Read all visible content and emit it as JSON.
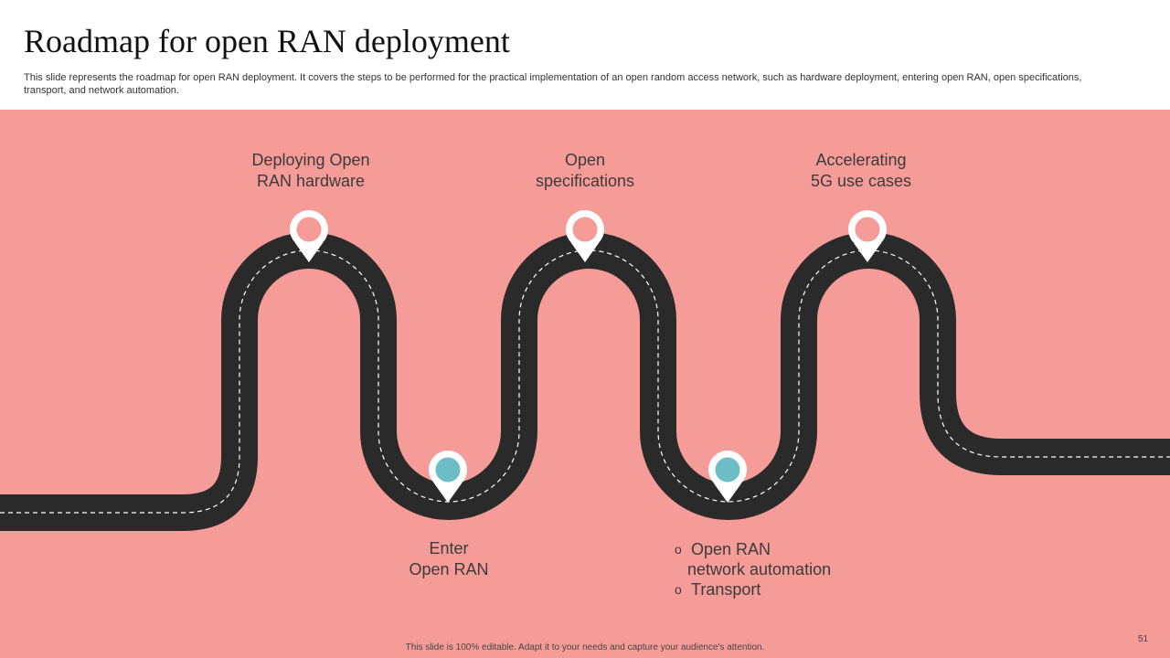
{
  "slide": {
    "title": "Roadmap for open RAN deployment",
    "description": "This slide represents the roadmap for open RAN deployment. It covers the steps to be performed for the practical implementation of an open random access network, such as hardware deployment, entering open RAN, open specifications, transport, and network automation.",
    "footer": "This slide is 100% editable.  Adapt it to your needs and capture your audience's attention.",
    "page_number": "51"
  },
  "roadmap": {
    "colors": {
      "background": "#f69c98",
      "road": "#2a2a2a",
      "lane_marking": "#ffffff",
      "pin_outer": "#ffffff",
      "pin_top_center": "#f69c98",
      "pin_bottom_center": "#6dbdc7"
    },
    "milestones": [
      {
        "line1": "Deploying Open",
        "line2": "RAN hardware",
        "pin": "top"
      },
      {
        "line1": "Enter",
        "line2": "Open RAN",
        "pin": "bottom"
      },
      {
        "line1": "Open",
        "line2": "specifications",
        "pin": "top"
      },
      {
        "items": [
          "Open RAN network automation",
          "Transport"
        ],
        "item1_line1": "Open RAN",
        "item1_line2": "network automation",
        "item2": "Transport",
        "bullet": "o",
        "pin": "bottom"
      },
      {
        "line1": "Accelerating",
        "line2": "5G use cases",
        "pin": "top"
      }
    ]
  }
}
